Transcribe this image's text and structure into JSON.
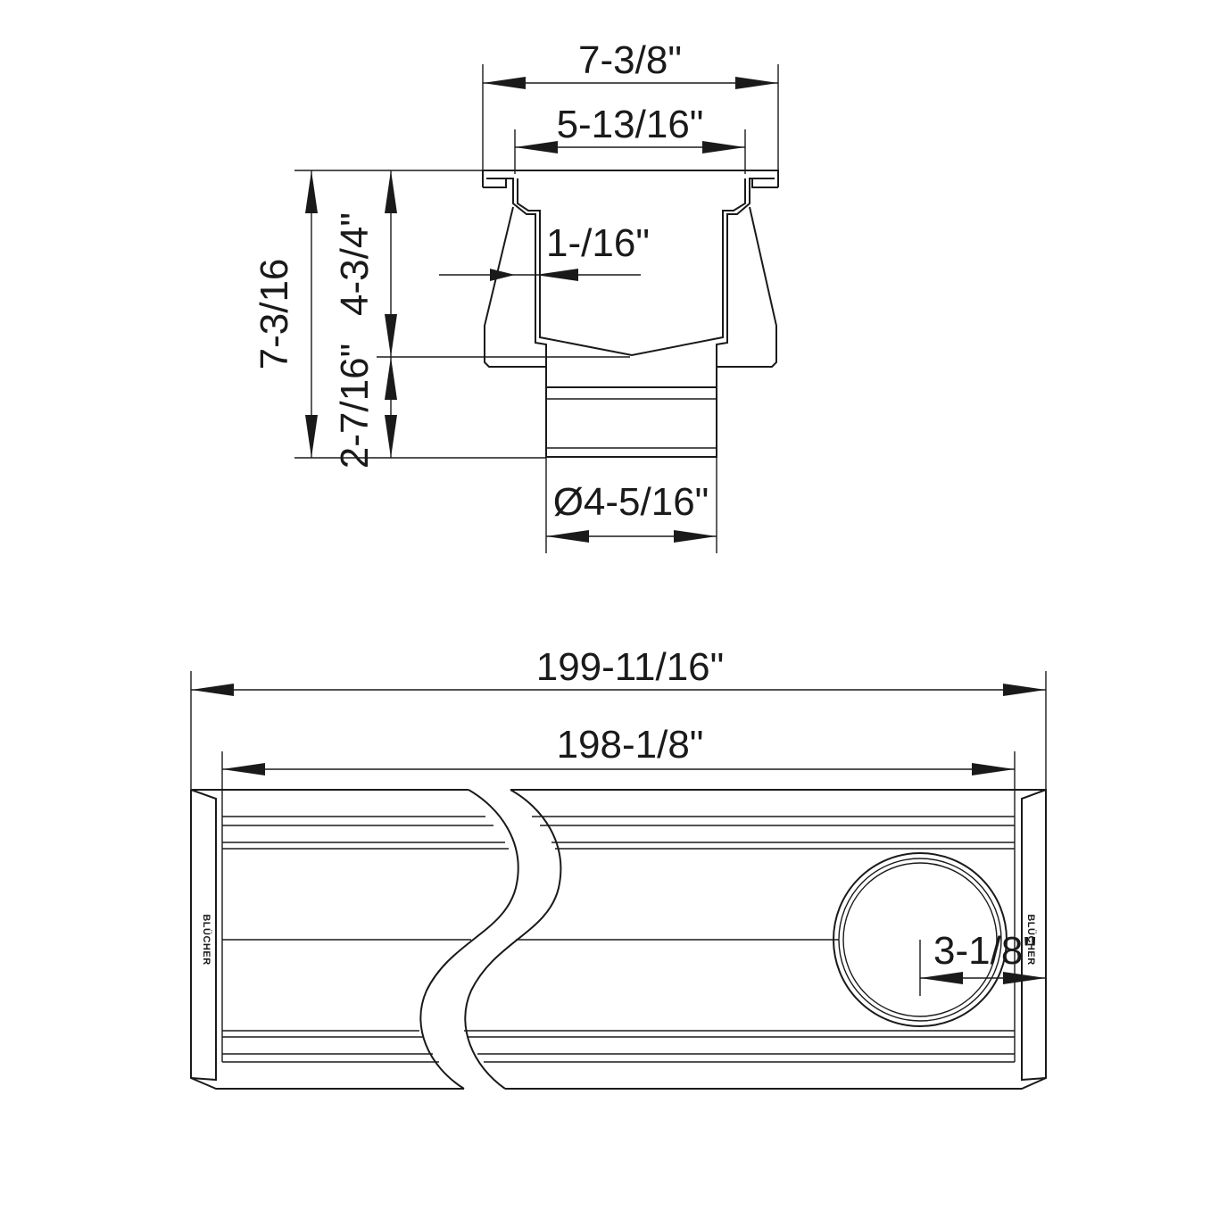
{
  "section_view": {
    "dims": {
      "flange_width": "7-3/8\"",
      "channel_width": "5-13/16\"",
      "wall_offset": "1-/16\"",
      "total_height": "7-3/16",
      "body_height": "4-3/4\"",
      "outlet_height": "2-7/16\"",
      "outlet_diameter": "Ø4-5/16\""
    }
  },
  "plan_view": {
    "dims": {
      "overall_length": "199-11/16\"",
      "channel_length": "198-1/8\"",
      "outlet_offset": "3-1/8\""
    },
    "end_cap_label": "BLÜCHER"
  }
}
